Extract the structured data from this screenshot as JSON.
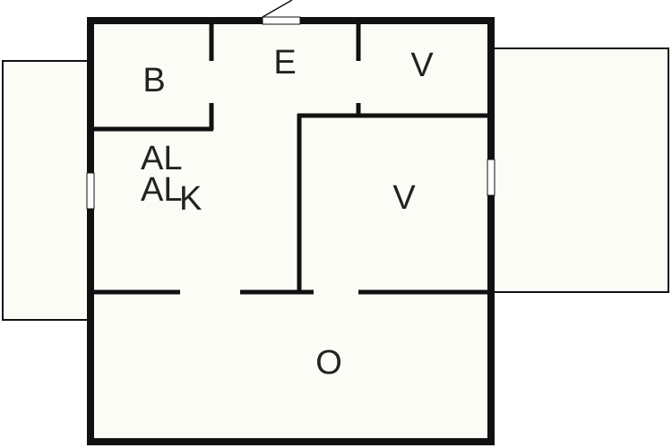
{
  "floorplan": {
    "fill_color": "#fcfcf6",
    "wall_color": "#111111",
    "rooms": [
      {
        "key": "bathroom",
        "label": "B"
      },
      {
        "key": "entry",
        "label": "E"
      },
      {
        "key": "storage_top",
        "label": "V"
      },
      {
        "key": "alcove_1",
        "label": "AL"
      },
      {
        "key": "alcove_2",
        "label": "AL"
      },
      {
        "key": "kitchen",
        "label": "K"
      },
      {
        "key": "storage_mid",
        "label": "V"
      },
      {
        "key": "living",
        "label": "O"
      }
    ]
  }
}
